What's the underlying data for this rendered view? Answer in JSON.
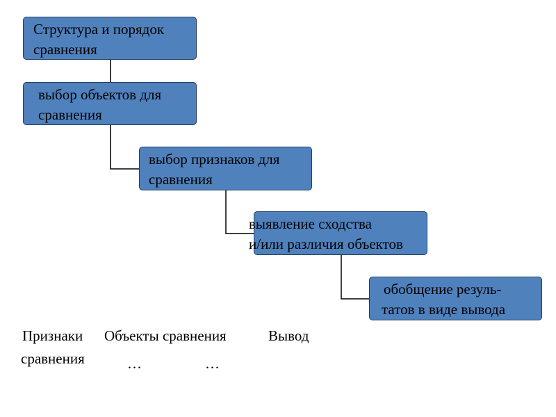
{
  "diagram": {
    "steps": [
      {
        "line1": "Структура и порядок",
        "line2": "сравнения"
      },
      {
        "line1": "выбор объектов для",
        "line2": "сравнения"
      },
      {
        "line1": "выбор признаков для",
        "line2": "сравнения"
      },
      {
        "line1": "выявление сходства",
        "line2": "и/или различия объектов"
      },
      {
        "line1": "обобщение резуль-",
        "line2": "татов в виде вывода"
      }
    ]
  },
  "bottom": {
    "col1_line1": "Признаки",
    "col1_line2": "сравнения",
    "col2": "Объекты сравнения",
    "col2_ellipsis1": "…",
    "col2_ellipsis2": "…",
    "col3": "Вывод"
  },
  "colors": {
    "box_fill": "#4f81bd",
    "box_border": "#243f60",
    "connector": "#000000"
  }
}
